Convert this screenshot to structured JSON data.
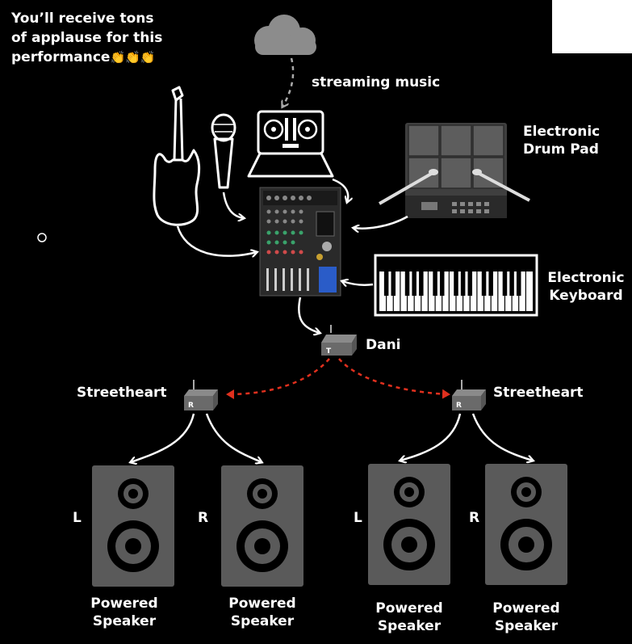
{
  "caption": {
    "line1": "You’ll receive tons",
    "line2": "of applause for this",
    "line3": "performance",
    "emoji": "👏👏👏"
  },
  "streaming_label": "streaming music",
  "drum_pad_label": {
    "line1": "Electronic",
    "line2": "Drum Pad"
  },
  "keyboard_label": {
    "line1": "Electronic",
    "line2": "Keyboard"
  },
  "transmitter": {
    "name": "Dani",
    "tag": "T"
  },
  "receiver_left": {
    "name": "Streetheart",
    "tag": "R"
  },
  "receiver_right": {
    "name": "Streetheart",
    "tag": "R"
  },
  "speakers": [
    {
      "channel": "L",
      "line1": "Powered",
      "line2": "Speaker"
    },
    {
      "channel": "R",
      "line1": "Powered",
      "line2": "Speaker"
    },
    {
      "channel": "L",
      "line1": "Powered",
      "line2": "Speaker"
    },
    {
      "channel": "R",
      "line1": "Powered",
      "line2": "Speaker"
    }
  ],
  "colors": {
    "background": "#000000",
    "wireless_link": "#e0301e",
    "cable": "#ffffff",
    "speaker": "#5a5a5a"
  }
}
